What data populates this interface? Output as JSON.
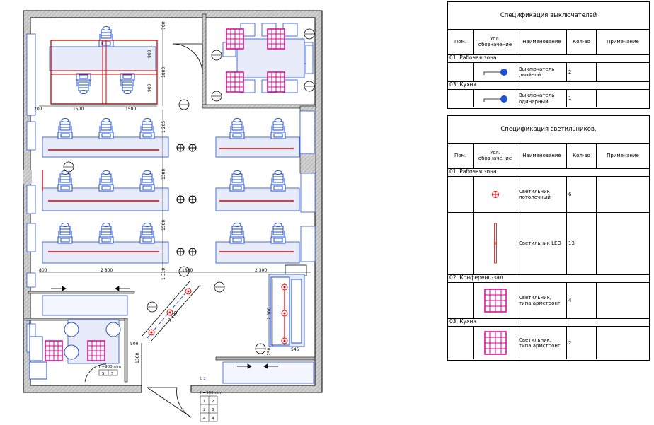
{
  "switch_table": {
    "title": "Спецификация выключателей",
    "headers": [
      "Пом.",
      "Усл. обозначение",
      "Наименование",
      "Кол-во",
      "Примечание"
    ],
    "sections": [
      {
        "label": "01, Рабочая зона",
        "rows": [
          {
            "name": "Выключатель двойной",
            "qty": "2"
          }
        ]
      },
      {
        "label": "03, Кухня",
        "rows": [
          {
            "name": "Выключатель одинарный",
            "qty": "1"
          }
        ]
      }
    ]
  },
  "light_table": {
    "title": "Спецификация светильников.",
    "headers": [
      "Пом.",
      "Усл. обозначение",
      "Наименование",
      "Кол-во",
      "Примечание"
    ],
    "sections": [
      {
        "label": "01, Рабочая зона",
        "rows": [
          {
            "name": "Светильник потолочный",
            "qty": "6"
          },
          {
            "name": "Светильник LED",
            "qty": "13"
          }
        ]
      },
      {
        "label": "02, Конференц-зал",
        "rows": [
          {
            "name": "Светильник, типа армстронг",
            "qty": "4"
          }
        ]
      },
      {
        "label": "03, Кухня",
        "rows": [
          {
            "name": "Светильник, типа армстронг",
            "qty": "2"
          }
        ]
      }
    ]
  },
  "plan": {
    "dimensions": {
      "d700": "700",
      "d900a": "900",
      "d900b": "900",
      "d1800": "1800",
      "d1500a": "1500",
      "d1500b": "1500",
      "d200": "200",
      "d1265": "1 265",
      "d1300": "1300",
      "d1500c": "1500",
      "d800": "800",
      "d2800": "2 800",
      "d1310": "1 310",
      "d1860": "1860",
      "d2300": "2 300",
      "d2000": "2 000",
      "d545": "545",
      "d250": "250",
      "d2100": "2 100",
      "d500": "500",
      "d1300b": "1300"
    },
    "heights": {
      "label_left": "h=900 mm",
      "left_cells": [
        "5",
        "5"
      ],
      "label_bottom": "h=900 mm",
      "bottom_cells": [
        "1",
        "2",
        "2",
        "3",
        "4",
        "4"
      ],
      "marker": "1 2"
    },
    "colors": {
      "wall": "#d4d4d4",
      "furniture": "#1f4fd6",
      "fill": "#e8ecfa",
      "window": "#2a55e0",
      "lamp": "#ff0000",
      "armstrong": "#e0009a"
    }
  }
}
